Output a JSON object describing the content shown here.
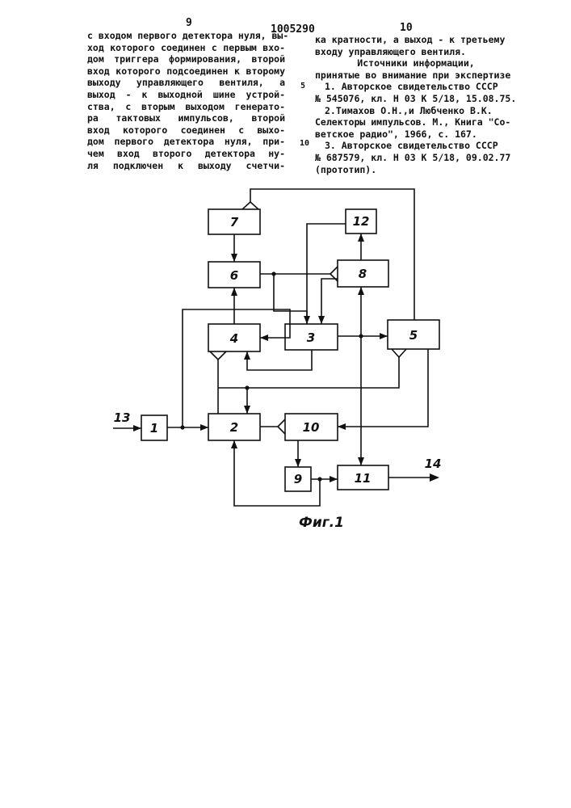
{
  "header": {
    "page_left": "9",
    "patent_number": "1005290",
    "page_right": "10"
  },
  "left_column": {
    "lines": [
      "с входом первого детектора нуля, вы-",
      "ход которого соединен с первым вхо-",
      "дом триггера формирования, второй",
      "вход которого подсоединен к второму",
      "выходу управляющего вентиля, а",
      "выход - к выходной шине устрой-",
      "ства, с вторым выходом генерато-",
      "ра тактовых импульсов, второй",
      "вход которого соединен с выхо-",
      "дом первого детектора нуля, при-",
      "чем вход второго детектора ну-",
      "ля подключен к выходу счетчи-"
    ]
  },
  "line_marks": [
    "5",
    "10"
  ],
  "right_column": {
    "lines": [
      "ка кратности, а выход - к третьему",
      "входу управляющего вентиля.",
      "Источники информации,",
      "принятые во внимание при экспертизе",
      "1. Авторское свидетельство СССР",
      "№ 545076, кл. Н 03 К 5/18, 15.08.75.",
      "2.Тимахов О.Н.,и Любченко В.К.",
      "Селекторы импульсов. М., Книга \"Со-",
      "ветское радио\", 1966, с. 167.",
      "3. Авторское свидетельство СССР",
      "№ 687579, кл. Н 03 К 5/18, 09.02.77",
      "(прототип)."
    ]
  },
  "figure": {
    "caption": "Фиг.1",
    "blocks": [
      "1",
      "2",
      "3",
      "4",
      "5",
      "6",
      "7",
      "8",
      "9",
      "10",
      "11",
      "12"
    ],
    "input_label": "13",
    "output_label": "14"
  },
  "colors": {
    "ink": "#111111",
    "paper": "#ffffff"
  }
}
